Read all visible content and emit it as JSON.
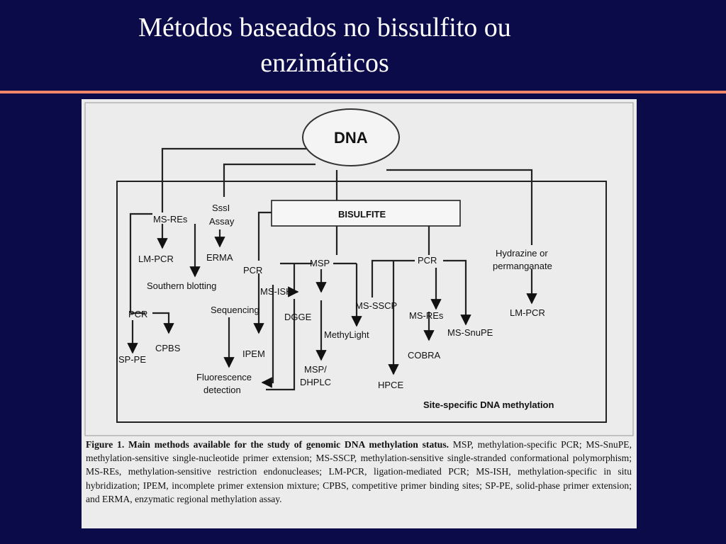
{
  "slide": {
    "title_line1": "Métodos baseados no bissulfito ou",
    "title_line2": "enzimáticos"
  },
  "diagram": {
    "dna": "DNA",
    "bisulfite": "BISULFITE",
    "ms_res_top": "MS-REs",
    "ssei_line1": "SssI",
    "ssei_line2": "Assay",
    "lm_pcr_left": "LM-PCR",
    "erma": "ERMA",
    "southern": "Southern blotting",
    "pcr_left": "PCR",
    "cpbs": "CPBS",
    "sp_pe": "SP-PE",
    "pcr_mid": "PCR",
    "ms_ish": "MS-ISH",
    "sequencing": "Sequencing",
    "ipem": "IPEM",
    "fluor_line1": "Fluorescence",
    "fluor_line2": "detection",
    "msp": "MSP",
    "dgge": "DGGE",
    "methylight": "MethyLight",
    "msp_dhplc_line1": "MSP/",
    "msp_dhplc_line2": "DHPLC",
    "pcr_right": "PCR",
    "ms_sscp": "MS-SSCP",
    "ms_res_right": "MS-REs",
    "ms_snupe": "MS-SnuPE",
    "cobra": "COBRA",
    "hpce": "HPCE",
    "hydrazine_line1": "Hydrazine or",
    "hydrazine_line2": "permanganate",
    "lm_pcr_right": "LM-PCR",
    "site_specific": "Site-specific DNA methylation"
  },
  "caption": {
    "bold_part": "Figure 1. Main methods available for the study of genomic DNA methylation status.",
    "rest": " MSP, methylation-specific PCR; MS-SnuPE, methylation-sensitive single-nucleotide primer extension; MS-SSCP, methylation-sensitive single-stranded conformational polymorphism; MS-REs, methylation-sensitive restriction endonucleases; LM-PCR, ligation-mediated PCR; MS-ISH, methylation-specific in situ hybridization; IPEM, incomplete primer extension mixture; CPBS, competitive primer binding sites; SP-PE, solid-phase primer extension; and ERMA, enzymatic regional methylation assay."
  },
  "colors": {
    "background": "#0b0b4a",
    "title_text": "#ffffff",
    "rule": "#f0866a",
    "figure_bg": "#ececec"
  }
}
